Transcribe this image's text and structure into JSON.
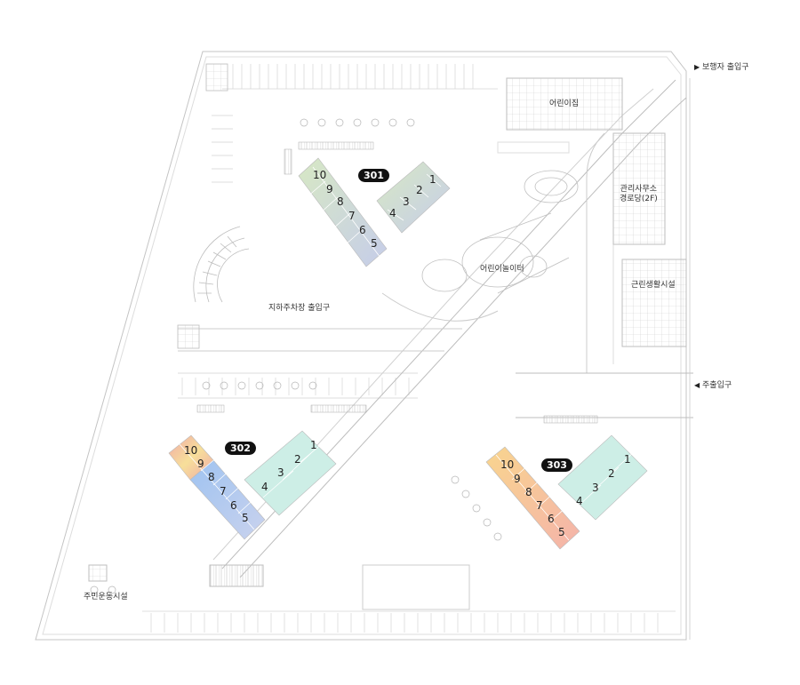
{
  "labels": {
    "pedestrian_entrance": "보행자 출입구",
    "daycare": "어린이집",
    "management_office_line1": "관리사무소",
    "management_office_line2": "경로당(2F)",
    "playground": "어린이놀이터",
    "neighborhood_facility": "근린생활시설",
    "underground_parking_entrance": "지하주차장 출입구",
    "main_entrance": "주출입구",
    "community_sports": "주민운동시설"
  },
  "buildings": {
    "b301": {
      "tag": "301",
      "units": [
        "10",
        "9",
        "8",
        "7",
        "6",
        "5",
        "4",
        "3",
        "2",
        "1"
      ]
    },
    "b302": {
      "tag": "302",
      "units": [
        "10",
        "9",
        "8",
        "7",
        "6",
        "5",
        "4",
        "3",
        "2",
        "1"
      ]
    },
    "b303": {
      "tag": "303",
      "units": [
        "10",
        "9",
        "8",
        "7",
        "6",
        "5",
        "4",
        "3",
        "2",
        "1"
      ]
    }
  },
  "icons": {
    "arrow_right": "▶",
    "arrow_left": "◀"
  },
  "colors": {
    "line": "#bbbbbb",
    "b301_green": "#d7e8c4",
    "b301_blue": "#c6cde9",
    "b302_red": "#f0a8a8",
    "b302_yellow": "#f7df9a",
    "b302_blue": "#a8c8ee",
    "b302_teal": "#cdeee6",
    "b303_orange": "#f8cc90",
    "b303_pink": "#f4bdb0",
    "b303_teal": "#cdeee6"
  }
}
